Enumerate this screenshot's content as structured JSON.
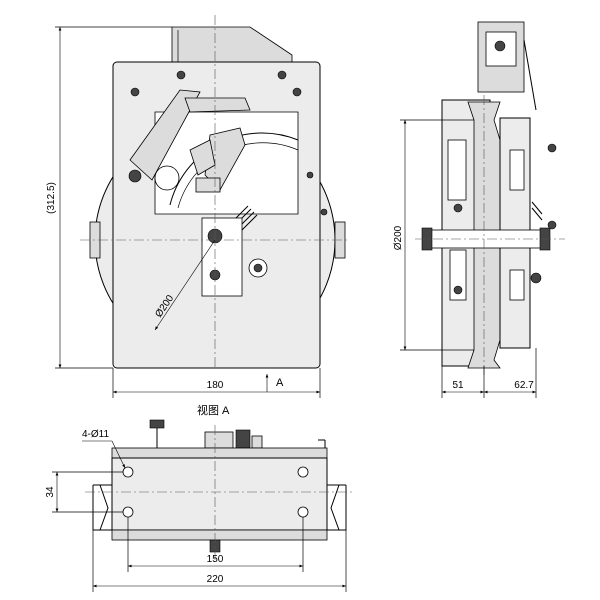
{
  "front_view": {
    "height_dim": "(312.5)",
    "width_dim": "180",
    "sheave_dia": "Ø200",
    "view_arrow_label": "A"
  },
  "side_view": {
    "sheave_dia": "Ø200",
    "left_dim": "51",
    "right_dim": "62.7"
  },
  "bottom_view": {
    "title": "视图 A",
    "hole_callout": "4-Ø11",
    "hole_spacing_v": "34",
    "hole_spacing_h": "150",
    "overall_width": "220"
  }
}
